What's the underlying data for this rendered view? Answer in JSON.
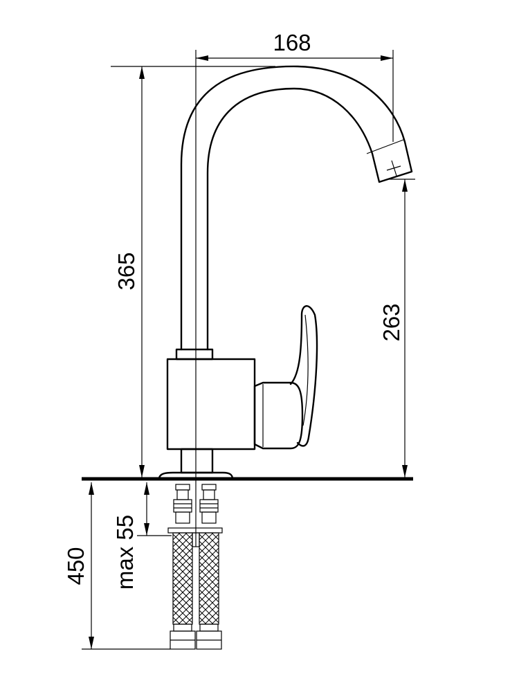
{
  "dimensions": {
    "spout_reach": "168",
    "total_height": "365",
    "spout_outlet_height": "263",
    "countertop_thickness": "max 55",
    "hose_length": "450"
  },
  "colors": {
    "line": "#000000",
    "background": "#ffffff"
  }
}
